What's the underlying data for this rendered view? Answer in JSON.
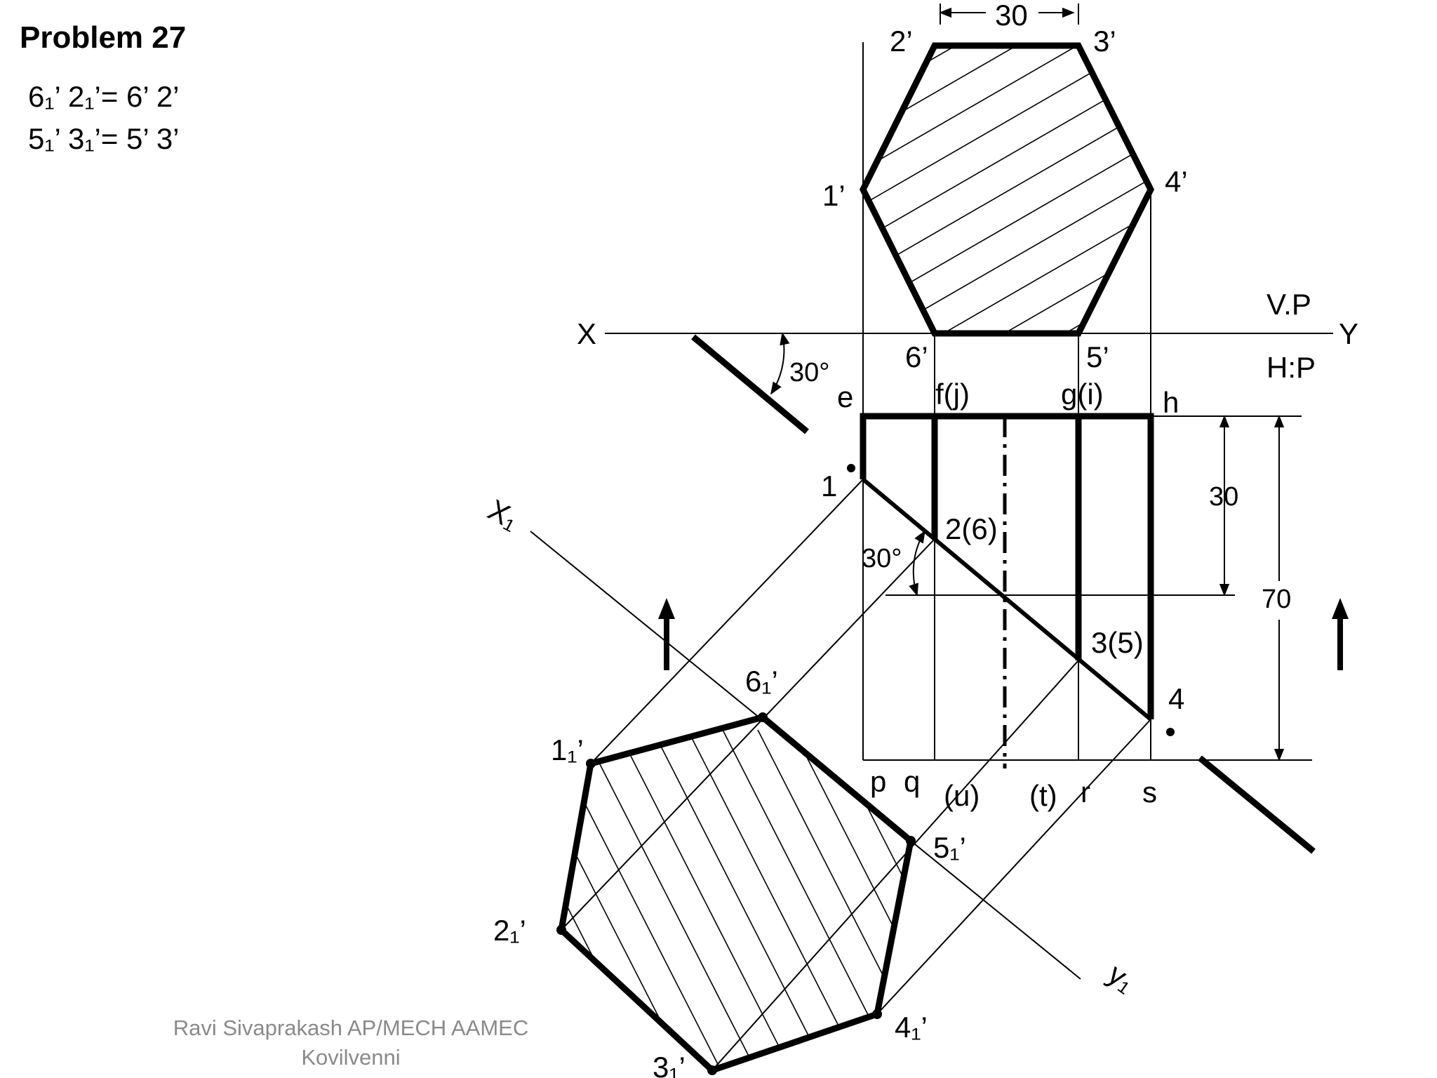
{
  "title": "Problem 27",
  "notes": {
    "line1": "6₁’ 2₁’= 6’ 2’",
    "line2": "5₁’ 3₁’= 5’ 3’"
  },
  "front_view": {
    "vertex_labels": [
      "1’",
      "2’",
      "3’",
      "4’",
      "5’",
      "6’"
    ],
    "dim_top": "30"
  },
  "reference": {
    "x": "X",
    "y": "Y",
    "vp": "V.P",
    "hp": "H:P",
    "x1": "X₁",
    "y1": "y₁"
  },
  "top_view": {
    "corner_labels": [
      "e",
      "f(j)",
      "g(i)",
      "h"
    ],
    "section_labels": [
      "1",
      "2(6)",
      "3(5)",
      "4"
    ],
    "base_labels": [
      "p",
      "q",
      "(u)",
      "(t)",
      "r",
      "s"
    ],
    "dim_30": "30",
    "dim_70": "70",
    "angle_left": "30°",
    "angle_section": "30°"
  },
  "true_shape": {
    "vertex_labels": [
      "1₁’",
      "2₁’",
      "3₁’",
      "4₁’",
      "5₁’",
      "6₁’"
    ]
  },
  "credit": {
    "line1": "Ravi Sivaprakash AP/MECH AAMEC",
    "line2": "Kovilvenni"
  }
}
